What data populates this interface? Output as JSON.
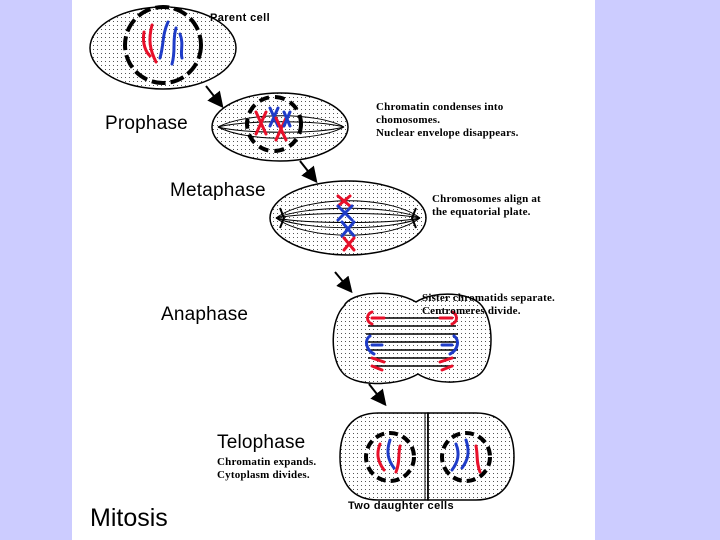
{
  "title": "Mitosis",
  "parent_cell_label": "Parent cell",
  "phases": {
    "prophase": {
      "name": "Prophase",
      "notes": [
        "Chromatin condenses into",
        "chomosomes.",
        "Nuclear envelope disappears."
      ]
    },
    "metaphase": {
      "name": "Metaphase",
      "notes": [
        "Chromosomes align at",
        "the equatorial plate."
      ]
    },
    "anaphase": {
      "name": "Anaphase",
      "notes": [
        "Sister chromatids separate.",
        "Centromeres divide."
      ]
    },
    "telophase": {
      "name": "Telophase",
      "notes": [
        "Chromatin expands.",
        "Cytoplasm divides."
      ]
    }
  },
  "daughter_cells_label": "Two daughter cells",
  "colors": {
    "background": "#ccccff",
    "slide": "#ffffff",
    "chromosome_red": "#e8102a",
    "chromosome_blue": "#1f3cc8",
    "outline": "#000000"
  }
}
